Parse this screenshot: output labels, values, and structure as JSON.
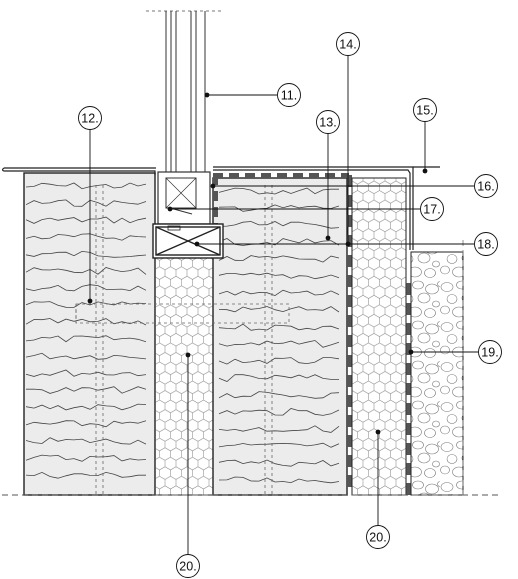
{
  "drawing": {
    "callouts": [
      {
        "id": "c11",
        "label": "11."
      },
      {
        "id": "c12",
        "label": "12."
      },
      {
        "id": "c13",
        "label": "13."
      },
      {
        "id": "c14",
        "label": "14."
      },
      {
        "id": "c15",
        "label": "15."
      },
      {
        "id": "c16",
        "label": "16."
      },
      {
        "id": "c17",
        "label": "17."
      },
      {
        "id": "c18",
        "label": "18."
      },
      {
        "id": "c19",
        "label": "19."
      },
      {
        "id": "c20a",
        "label": "20."
      },
      {
        "id": "c20b",
        "label": "20."
      }
    ]
  }
}
